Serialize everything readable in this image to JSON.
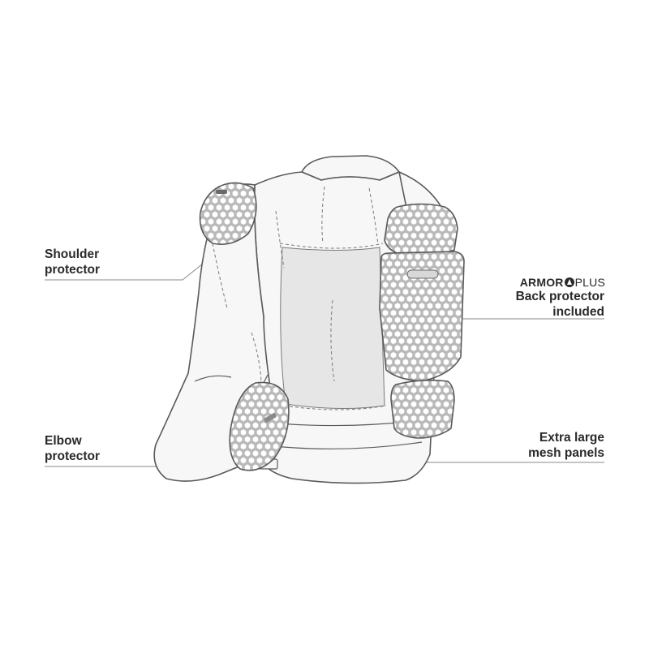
{
  "labels": {
    "shoulder": [
      "Shoulder",
      "protector"
    ],
    "elbow": [
      "Elbow",
      "protector"
    ],
    "brand_bold": "ARMOR",
    "brand_light": "PLUS",
    "back": [
      "Back protector",
      "included"
    ],
    "mesh": [
      "Extra large",
      "mesh panels"
    ]
  },
  "colors": {
    "outline": "#5a5a5a",
    "jacket_fill": "#f7f7f7",
    "mesh_panel": "#e6e6e6",
    "protector_fill": "#b9b9b9",
    "honeycomb": "#ffffff",
    "leader_line": "#8a8a8a",
    "text": "#2a2a2a"
  },
  "icons": [
    "armorplus-logo-icon"
  ]
}
